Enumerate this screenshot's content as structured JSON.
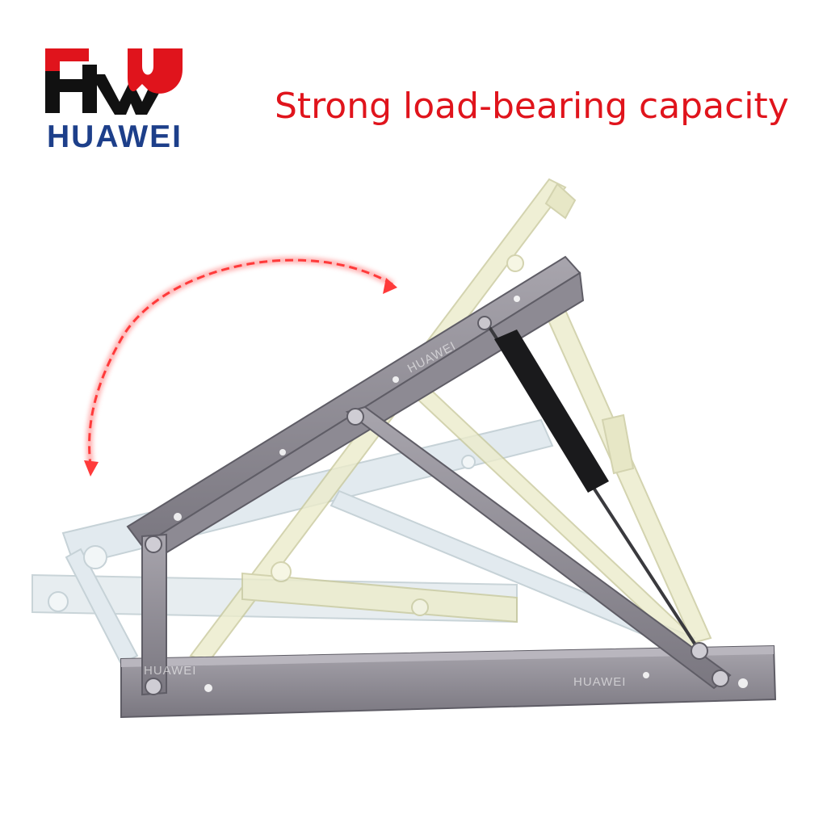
{
  "brand": {
    "name": "HUAWEI",
    "colors": {
      "red": "#e0141c",
      "black": "#111111",
      "blue": "#1d3f8a"
    }
  },
  "headline": "Strong load-bearing capacity",
  "watermarks": [
    "HUAWEI",
    "HUAWEI",
    "HUAWEI"
  ],
  "colors": {
    "frame_gray": "#8a8790",
    "ghost_yellow": "#e8e8c4",
    "ghost_blue": "#d6e2e8",
    "arrow_red": "#ff3a3a"
  },
  "icons": [
    "hw-logo-icon",
    "curved-arrow-icon",
    "gas-spring-icon"
  ]
}
